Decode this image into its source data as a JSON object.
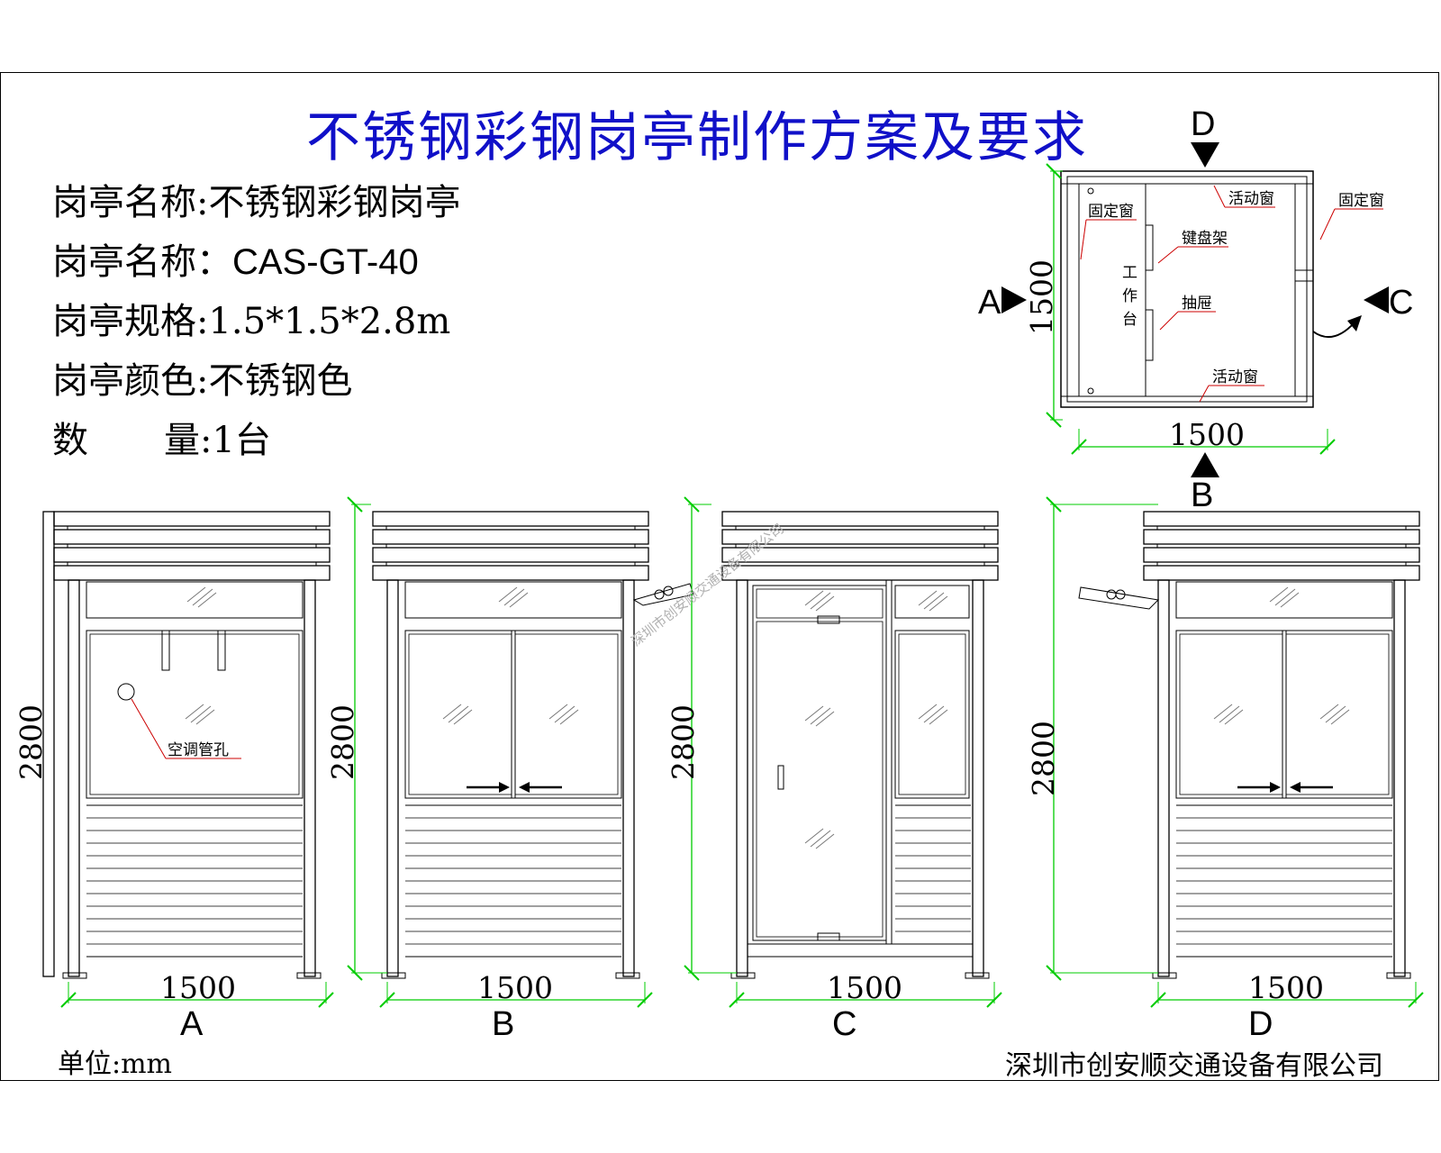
{
  "title": "不锈钢彩钢岗亭制作方案及要求",
  "specs": {
    "name_label": "岗亭名称:",
    "name_value": "不锈钢彩钢岗亭",
    "model_label": "岗亭名称：",
    "model_value": "CAS-GT-40",
    "size_label": "岗亭规格:",
    "size_value": "1.5*1.5*2.8m",
    "color_label": "岗亭颜色:",
    "color_value": "不锈钢色",
    "qty_label_a": "数",
    "qty_label_b": "量:",
    "qty_value": "1台"
  },
  "plan": {
    "dim_width": "1500",
    "dim_depth": "1500",
    "view_a": "A",
    "view_b": "B",
    "view_c": "C",
    "view_d": "D",
    "fixed_window_left": "固定窗",
    "fixed_window_right": "固定窗",
    "sliding_window_top": "活动窗",
    "sliding_window_bottom": "活动窗",
    "keyboard_shelf": "键盘架",
    "drawer": "抽屉",
    "workbench": [
      "工",
      "作",
      "台"
    ]
  },
  "elevations": {
    "height": "2800",
    "width": "1500",
    "ac_hole": "空调管孔",
    "labels": [
      "A",
      "B",
      "C",
      "D"
    ]
  },
  "unit": "单位:mm",
  "company": "深圳市创安顺交通设备有限公司",
  "watermark": "深圳市创安顺交通设备有限公司",
  "colors": {
    "title": "#1010c8",
    "dimension": "#00cc00",
    "leader": "#cc0000",
    "line": "#000000"
  }
}
